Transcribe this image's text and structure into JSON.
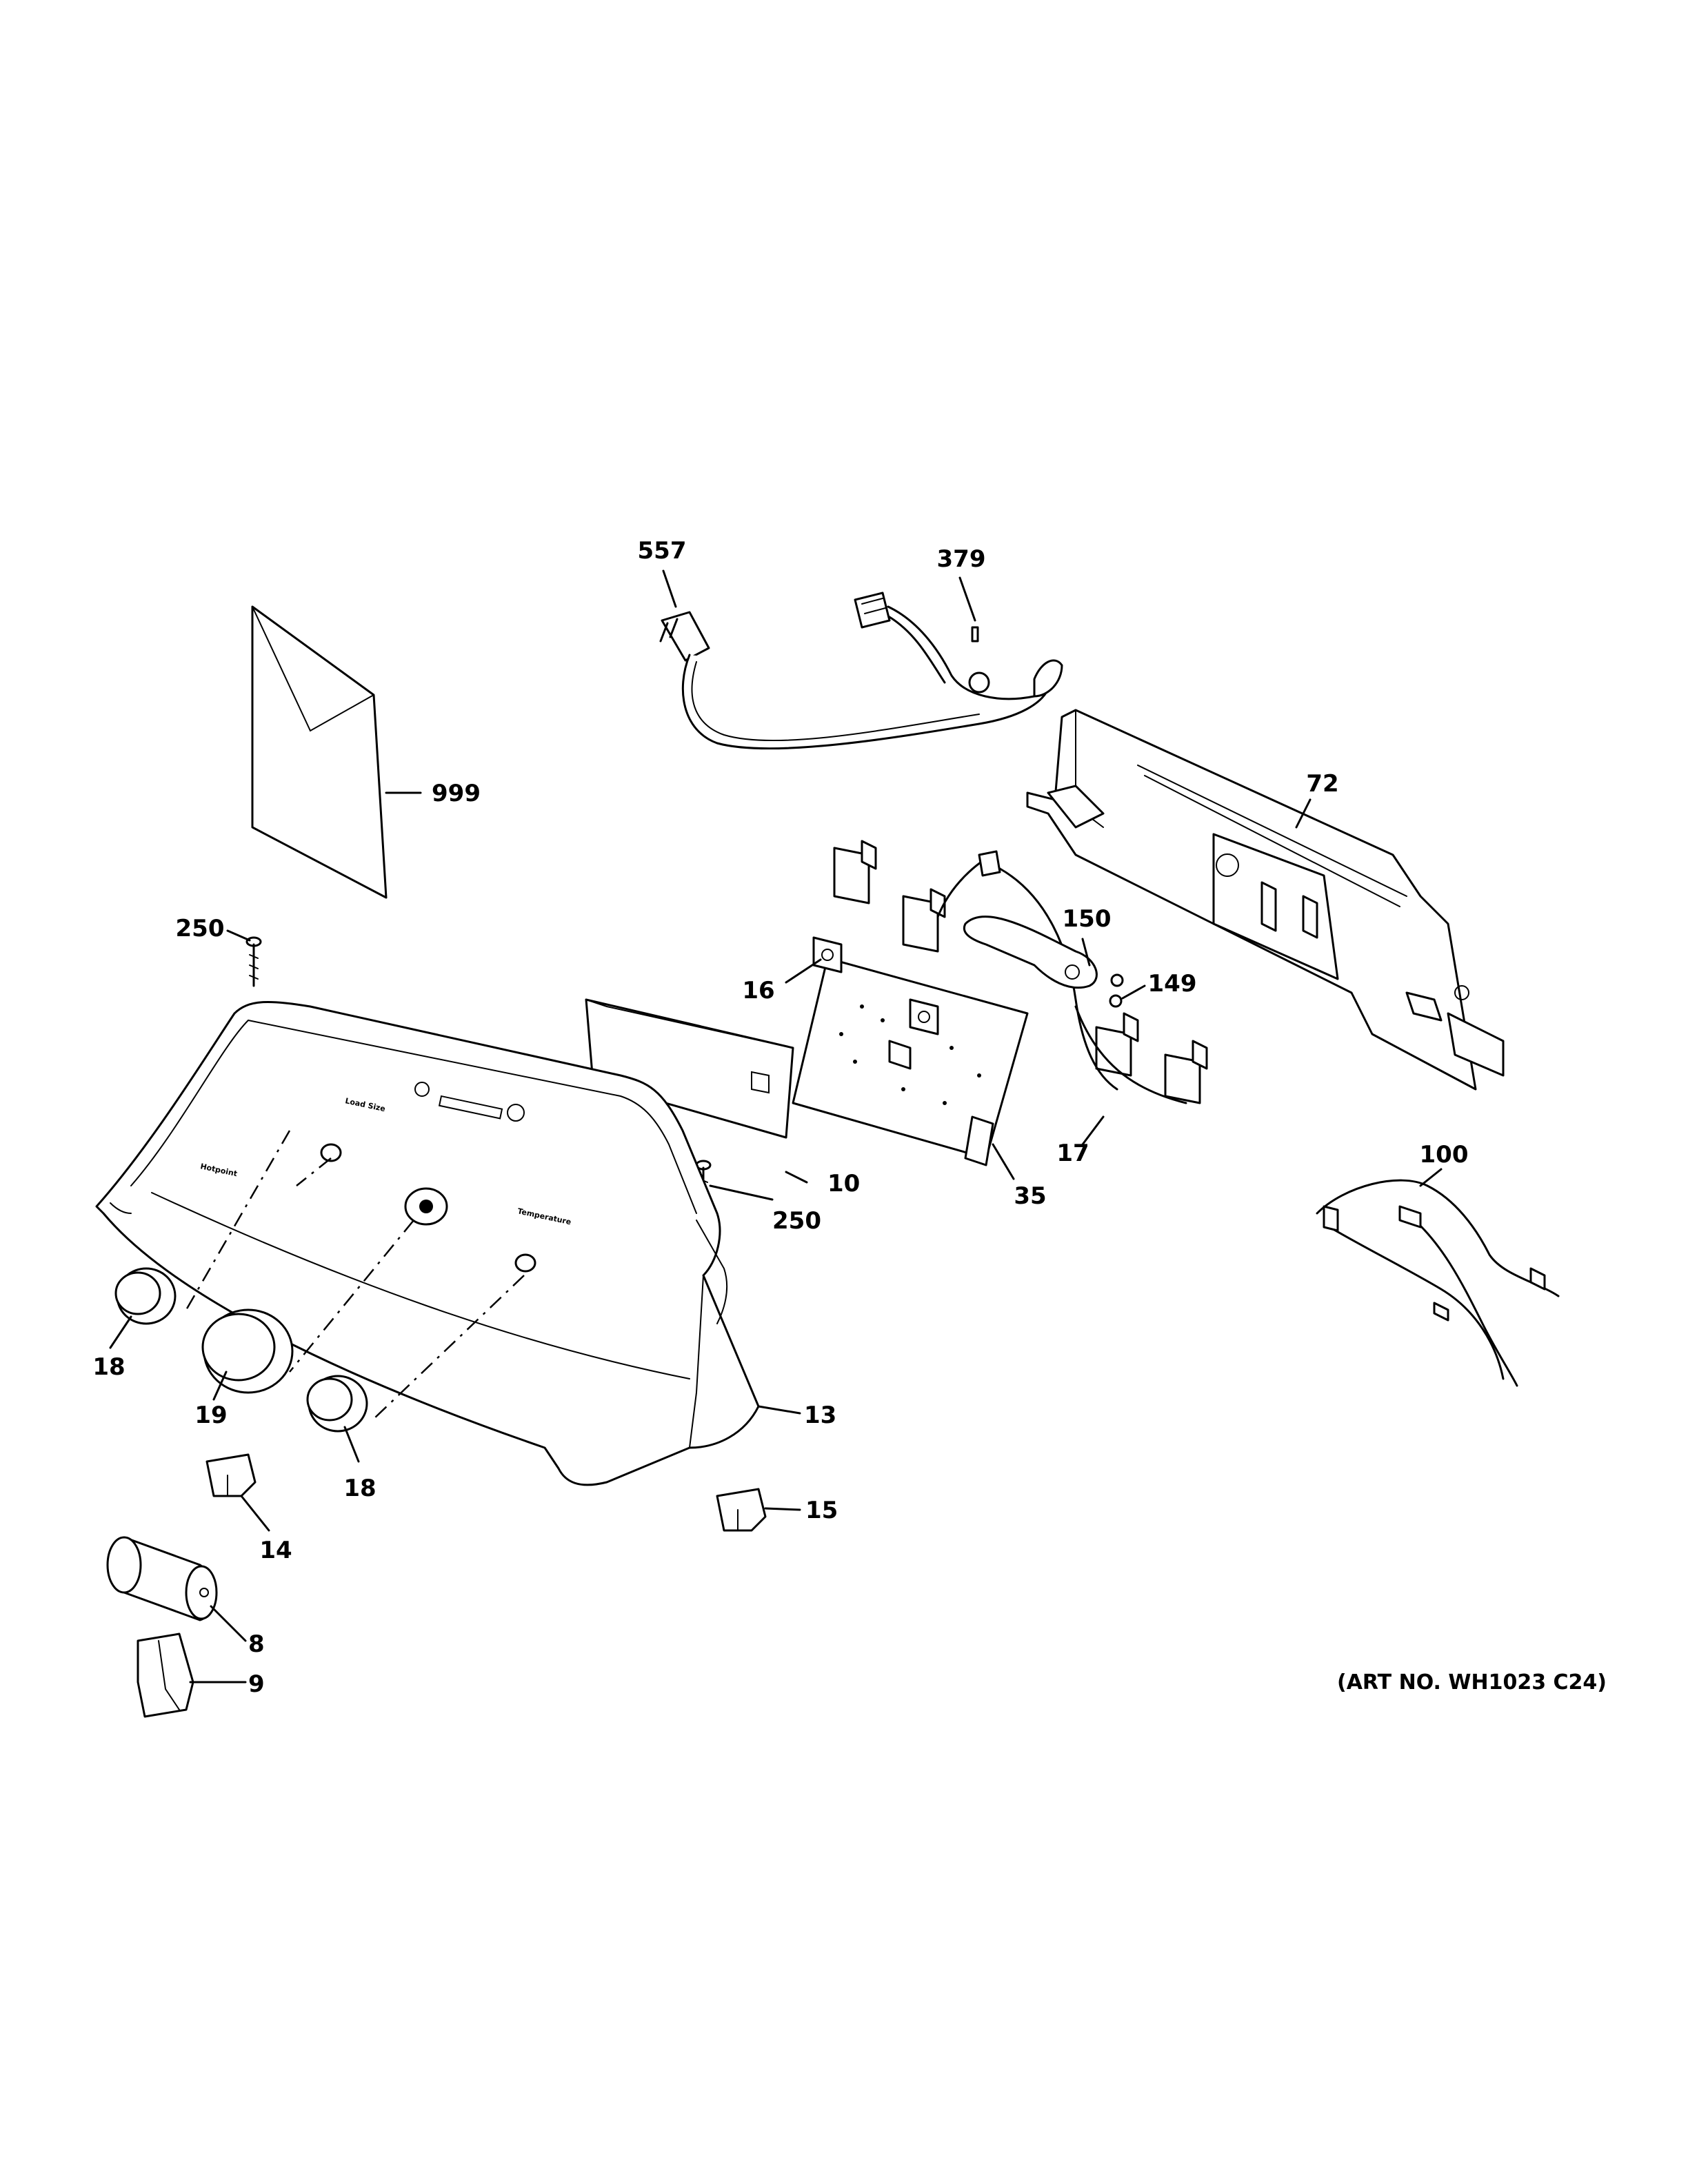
{
  "callouts": [
    {
      "id": "557",
      "label": "557"
    },
    {
      "id": "379",
      "label": "379"
    },
    {
      "id": "999",
      "label": "999"
    },
    {
      "id": "72",
      "label": "72"
    },
    {
      "id": "250a",
      "label": "250"
    },
    {
      "id": "150",
      "label": "150"
    },
    {
      "id": "149",
      "label": "149"
    },
    {
      "id": "16",
      "label": "16"
    },
    {
      "id": "10",
      "label": "10"
    },
    {
      "id": "250b",
      "label": "250"
    },
    {
      "id": "35",
      "label": "35"
    },
    {
      "id": "17",
      "label": "17"
    },
    {
      "id": "100",
      "label": "100"
    },
    {
      "id": "18a",
      "label": "18"
    },
    {
      "id": "19",
      "label": "19"
    },
    {
      "id": "18b",
      "label": "18"
    },
    {
      "id": "13",
      "label": "13"
    },
    {
      "id": "14",
      "label": "14"
    },
    {
      "id": "15",
      "label": "15"
    },
    {
      "id": "8",
      "label": "8"
    },
    {
      "id": "9",
      "label": "9"
    }
  ],
  "art_number": "(ART NO. WH1023 C24)",
  "console_print": {
    "brand": "Hotpoint",
    "load_size": "Load Size",
    "temperature": "Temperature"
  }
}
